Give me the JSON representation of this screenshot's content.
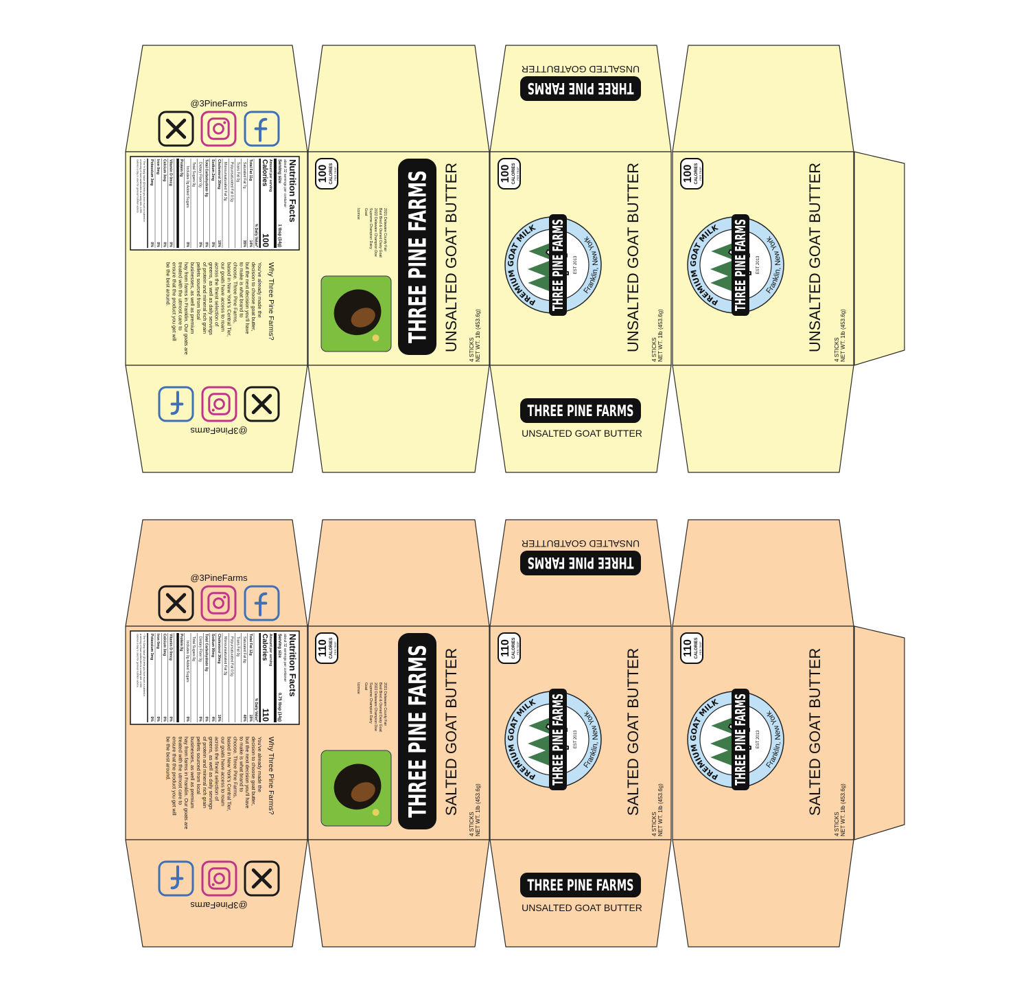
{
  "colors": {
    "unsalted_fill": "#fdf7c0",
    "salted_fill": "#fcd5ab",
    "outline": "#2b2b2b",
    "badge": "#111111",
    "emblem_ring": "#bfe0f5",
    "x_icon": "#1a1a1a",
    "instagram_icon": "#c0358a",
    "facebook_icon": "#3f6fb5"
  },
  "brand": "THREE PINE FARMS",
  "handle": "@3PineFarms",
  "emblem": {
    "arc_top": "PREMIUM GOAT MILK",
    "arc_bottom": "Franklin, New York",
    "est": "EST 2013",
    "name": "THREE PINE FARMS"
  },
  "sticks": "4 STICKS",
  "net_wt": "NET WT. 1lb (453.6g)",
  "calories_label": "CALORIES",
  "per_tbsp": "PER TBSP",
  "why_title": "Why Three Pine Farms?",
  "why_body": [
    "You've already made the",
    "decision to choose goat butter,",
    "but the next decision you'll have",
    "to make is what brand to",
    "choose. Three Pine Farms,",
    "based in New York's Central Tier,",
    "our goats have access to roam",
    "across the finest selection of",
    "greens, as well as daily servings",
    "of protein and mineral rich grain",
    "pellets sourced from local",
    "businesses, as well as premium",
    "hay from farms in Franklin. Our goats are",
    "treated with the utmost care to",
    "ensure that the product you get will",
    "be the best around."
  ],
  "award": {
    "lines": [
      "2021 Delaware County Fair",
      "Best Bred & Owned Dairy Goat",
      "2022 Delaware Champion Doe",
      "Supreme Champion Dairy",
      "Goat"
    ],
    "name": "Izzmoe"
  },
  "nutrition": {
    "title": "Nutrition Facts",
    "servings": "about 32 servings per container",
    "serving_size_label": "Serving size",
    "amount_label": "Amount per serving",
    "calories_label": "Calories",
    "dv_label": "% Daily Value*",
    "footnote": "* The % Daily Value (DV) tells you how much a nutrient in a serving of food contributes to a daily diet. 2,000 calories a day is used for general nutrition advice."
  },
  "boxes": [
    {
      "id": "unsalted",
      "product": "UNSALTED GOAT BUTTER",
      "top_flap_product": "UNSALTED GOATBUTTER",
      "bottom_flap_product": "UNSALTED GOAT BUTTER",
      "calories": "100",
      "serving_size": "1 tbsp (14g)",
      "rows": [
        [
          "Total Fat 11g",
          "14%"
        ],
        [
          "Saturated Fat 7g",
          "35%"
        ],
        [
          "Trans Fat 0g",
          ""
        ],
        [
          "Polyunsaturated Fat 0.5g",
          ""
        ],
        [
          "Monounsaturated Fat 3g",
          ""
        ],
        [
          "Cholesterol 30mg",
          "10%"
        ],
        [
          "Sodium 2mg",
          "0%"
        ],
        [
          "Total Carbohydrate 0g",
          "0%"
        ],
        [
          "Dietary Fiber 0g",
          "0%"
        ],
        [
          "Total Sugars 0g",
          ""
        ],
        [
          "Includes 0g Added Sugars",
          "0%"
        ],
        [
          "Protein 0g",
          ""
        ],
        [
          "Vitamin D 0mcg",
          "0%"
        ],
        [
          "Calcium 3mg",
          "0%"
        ],
        [
          "Iron 0mg",
          "0%"
        ],
        [
          "Potassium 3mg",
          "0%"
        ]
      ]
    },
    {
      "id": "salted",
      "product": "SALTED GOAT BUTTER",
      "top_flap_product": "UNSALTED GOATBUTTER",
      "bottom_flap_product": "UNSALTED GOAT BUTTER",
      "calories": "110",
      "serving_size": "0.75 tbsp (14g)",
      "rows": [
        [
          "Total Fat 12g",
          "15%"
        ],
        [
          "Saturated Fat 8g",
          "40%"
        ],
        [
          "Trans Fat 0g",
          ""
        ],
        [
          "Polyunsaturated Fat 0.5g",
          ""
        ],
        [
          "Monounsaturated Fat 3g",
          ""
        ],
        [
          "Cholesterol 30mg",
          "10%"
        ],
        [
          "Sodium 90mg",
          "4%"
        ],
        [
          "Total Carbohydrate 0g",
          "0%"
        ],
        [
          "Dietary Fiber 0g",
          "0%"
        ],
        [
          "Total Sugars 0g",
          ""
        ],
        [
          "Includes 0g Added Sugars",
          "0%"
        ],
        [
          "Protein 0g",
          ""
        ],
        [
          "Vitamin D 0mcg",
          "0%"
        ],
        [
          "Calcium 3mg",
          "0%"
        ],
        [
          "Iron 0mg",
          "0%"
        ],
        [
          "Potassium 3mg",
          "0%"
        ]
      ]
    }
  ]
}
